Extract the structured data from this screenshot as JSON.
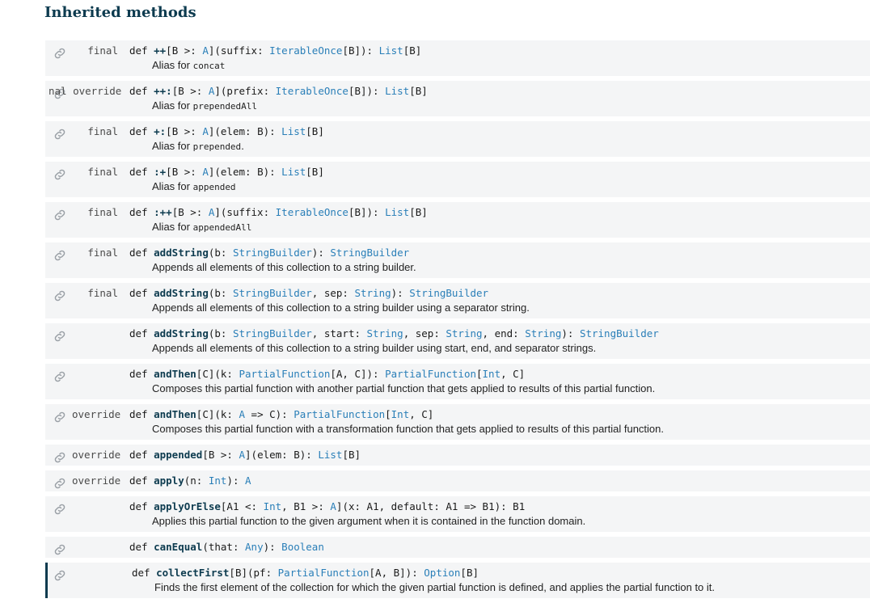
{
  "heading": "Inherited methods",
  "rows": [
    {
      "mods": "final",
      "left": false,
      "tokens": [
        [
          "kw",
          "def "
        ],
        [
          "name",
          "++"
        ],
        [
          "p",
          "[B >: "
        ],
        [
          "ty",
          "A"
        ],
        [
          "p",
          "](suffix: "
        ],
        [
          "ty",
          "IterableOnce"
        ],
        [
          "p",
          "[B]): "
        ],
        [
          "ty",
          "List"
        ],
        [
          "p",
          "[B]"
        ]
      ],
      "desc": "Alias for ",
      "code": "concat",
      "tail": ""
    },
    {
      "mods": "nal override",
      "left": true,
      "tokens": [
        [
          "kw",
          "def "
        ],
        [
          "name",
          "++:"
        ],
        [
          "p",
          "[B >: "
        ],
        [
          "ty",
          "A"
        ],
        [
          "p",
          "](prefix: "
        ],
        [
          "ty",
          "IterableOnce"
        ],
        [
          "p",
          "[B]): "
        ],
        [
          "ty",
          "List"
        ],
        [
          "p",
          "[B]"
        ]
      ],
      "desc": "Alias for ",
      "code": "prependedAll",
      "tail": ""
    },
    {
      "mods": "final",
      "left": false,
      "tokens": [
        [
          "kw",
          "def "
        ],
        [
          "name",
          "+:"
        ],
        [
          "p",
          "[B >: "
        ],
        [
          "ty",
          "A"
        ],
        [
          "p",
          "](elem: B): "
        ],
        [
          "ty",
          "List"
        ],
        [
          "p",
          "[B]"
        ]
      ],
      "desc": "Alias for ",
      "code": "prepended",
      "tail": "."
    },
    {
      "mods": "final",
      "left": false,
      "tokens": [
        [
          "kw",
          "def "
        ],
        [
          "name",
          ":+"
        ],
        [
          "p",
          "[B >: "
        ],
        [
          "ty",
          "A"
        ],
        [
          "p",
          "](elem: B): "
        ],
        [
          "ty",
          "List"
        ],
        [
          "p",
          "[B]"
        ]
      ],
      "desc": "Alias for ",
      "code": "appended",
      "tail": ""
    },
    {
      "mods": "final",
      "left": false,
      "tokens": [
        [
          "kw",
          "def "
        ],
        [
          "name",
          ":++"
        ],
        [
          "p",
          "[B >: "
        ],
        [
          "ty",
          "A"
        ],
        [
          "p",
          "](suffix: "
        ],
        [
          "ty",
          "IterableOnce"
        ],
        [
          "p",
          "[B]): "
        ],
        [
          "ty",
          "List"
        ],
        [
          "p",
          "[B]"
        ]
      ],
      "desc": "Alias for ",
      "code": "appendedAll",
      "tail": ""
    },
    {
      "mods": "final",
      "left": false,
      "tokens": [
        [
          "kw",
          "def "
        ],
        [
          "name",
          "addString"
        ],
        [
          "p",
          "(b: "
        ],
        [
          "ty",
          "StringBuilder"
        ],
        [
          "p",
          "): "
        ],
        [
          "ty",
          "StringBuilder"
        ]
      ],
      "desc": "Appends all elements of this collection to a string builder.",
      "code": "",
      "tail": ""
    },
    {
      "mods": "final",
      "left": false,
      "tokens": [
        [
          "kw",
          "def "
        ],
        [
          "name",
          "addString"
        ],
        [
          "p",
          "(b: "
        ],
        [
          "ty",
          "StringBuilder"
        ],
        [
          "p",
          ", sep: "
        ],
        [
          "ty",
          "String"
        ],
        [
          "p",
          "): "
        ],
        [
          "ty",
          "StringBuilder"
        ]
      ],
      "desc": "Appends all elements of this collection to a string builder using a separator string.",
      "code": "",
      "tail": ""
    },
    {
      "mods": "",
      "left": false,
      "tokens": [
        [
          "kw",
          "def "
        ],
        [
          "name",
          "addString"
        ],
        [
          "p",
          "(b: "
        ],
        [
          "ty",
          "StringBuilder"
        ],
        [
          "p",
          ", start: "
        ],
        [
          "ty",
          "String"
        ],
        [
          "p",
          ", sep: "
        ],
        [
          "ty",
          "String"
        ],
        [
          "p",
          ", end: "
        ],
        [
          "ty",
          "String"
        ],
        [
          "p",
          "): "
        ],
        [
          "ty",
          "StringBuilder"
        ]
      ],
      "desc": "Appends all elements of this collection to a string builder using start, end, and separator strings.",
      "code": "",
      "tail": ""
    },
    {
      "mods": "",
      "left": false,
      "tokens": [
        [
          "kw",
          "def "
        ],
        [
          "name",
          "andThen"
        ],
        [
          "p",
          "[C](k: "
        ],
        [
          "ty",
          "PartialFunction"
        ],
        [
          "p",
          "[A, C]): "
        ],
        [
          "ty",
          "PartialFunction"
        ],
        [
          "p",
          "["
        ],
        [
          "ty",
          "Int"
        ],
        [
          "p",
          ", C]"
        ]
      ],
      "desc": "Composes this partial function with another partial function that gets applied to results of this partial function.",
      "code": "",
      "tail": ""
    },
    {
      "mods": "override",
      "left": true,
      "tokens": [
        [
          "kw",
          "def "
        ],
        [
          "name",
          "andThen"
        ],
        [
          "p",
          "[C](k: "
        ],
        [
          "ty",
          "A"
        ],
        [
          "p",
          " => C): "
        ],
        [
          "ty",
          "PartialFunction"
        ],
        [
          "p",
          "["
        ],
        [
          "ty",
          "Int"
        ],
        [
          "p",
          ", C]"
        ]
      ],
      "desc": "Composes this partial function with a transformation function that gets applied to results of this partial function.",
      "code": "",
      "tail": ""
    },
    {
      "mods": "override",
      "left": true,
      "tokens": [
        [
          "kw",
          "def "
        ],
        [
          "name",
          "appended"
        ],
        [
          "p",
          "[B >: "
        ],
        [
          "ty",
          "A"
        ],
        [
          "p",
          "](elem: B): "
        ],
        [
          "ty",
          "List"
        ],
        [
          "p",
          "[B]"
        ]
      ],
      "desc": "",
      "code": "",
      "tail": ""
    },
    {
      "mods": "override",
      "left": true,
      "tokens": [
        [
          "kw",
          "def "
        ],
        [
          "name",
          "apply"
        ],
        [
          "p",
          "(n: "
        ],
        [
          "ty",
          "Int"
        ],
        [
          "p",
          "): "
        ],
        [
          "ty",
          "A"
        ]
      ],
      "desc": "",
      "code": "",
      "tail": ""
    },
    {
      "mods": "",
      "left": false,
      "tokens": [
        [
          "kw",
          "def "
        ],
        [
          "name",
          "applyOrElse"
        ],
        [
          "p",
          "[A1 <: "
        ],
        [
          "ty",
          "Int"
        ],
        [
          "p",
          ", B1 >: "
        ],
        [
          "ty",
          "A"
        ],
        [
          "p",
          "](x: A1, default: A1 => B1): B1"
        ]
      ],
      "desc": "Applies this partial function to the given argument when it is contained in the function domain.",
      "code": "",
      "tail": ""
    },
    {
      "mods": "",
      "left": false,
      "tokens": [
        [
          "kw",
          "def "
        ],
        [
          "name",
          "canEqual"
        ],
        [
          "p",
          "(that: "
        ],
        [
          "ty",
          "Any"
        ],
        [
          "p",
          "): "
        ],
        [
          "ty",
          "Boolean"
        ]
      ],
      "desc": "",
      "code": "",
      "tail": ""
    },
    {
      "mods": "",
      "left": false,
      "active": true,
      "tokens": [
        [
          "kw",
          "def "
        ],
        [
          "name",
          "collectFirst"
        ],
        [
          "p",
          "[B](pf: "
        ],
        [
          "ty",
          "PartialFunction"
        ],
        [
          "p",
          "[A, B]): "
        ],
        [
          "ty",
          "Option"
        ],
        [
          "p",
          "[B]"
        ]
      ],
      "desc": "Finds the first element of the collection for which the given partial function is defined, and applies the partial function to it.",
      "code": "",
      "tail": ""
    }
  ],
  "colors": {
    "accent": "#0d3b4f",
    "type_link": "#2a7fb8",
    "row_bg": "#f4f5f6"
  },
  "icon": "link-icon"
}
